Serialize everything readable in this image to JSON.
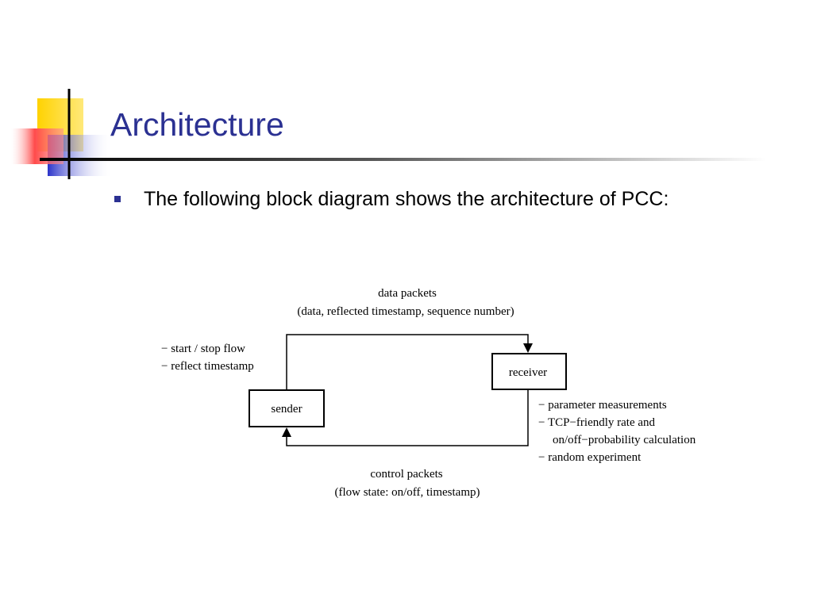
{
  "slide": {
    "title": "Architecture",
    "bullet": "The following block diagram shows the architecture of PCC:",
    "accent_color": "#2b3192"
  },
  "diagram": {
    "nodes": {
      "sender": "sender",
      "receiver": "receiver"
    },
    "data_packets": {
      "label": "data packets",
      "fields": "(data, reflected timestamp, sequence number)"
    },
    "control_packets": {
      "label": "control packets",
      "fields": "(flow state: on/off, timestamp)"
    },
    "sender_notes": [
      "− start / stop flow",
      "− reflect timestamp"
    ],
    "receiver_notes": [
      "− parameter measurements",
      "− TCP−friendly rate and",
      "on/off−probability calculation",
      "− random experiment"
    ]
  }
}
